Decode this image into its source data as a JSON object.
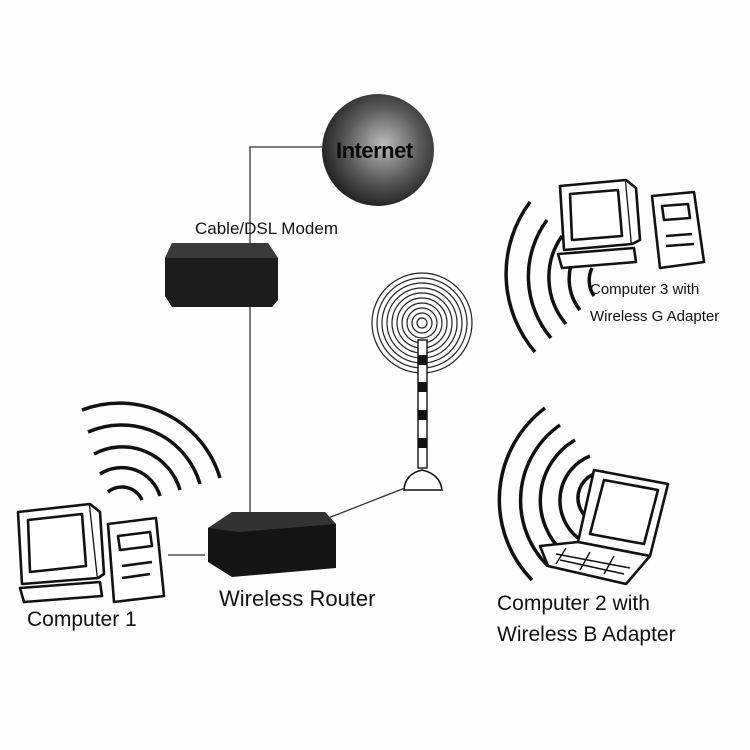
{
  "labels": {
    "internet": "Internet",
    "modem": "Cable/DSL Modem",
    "router": "Wireless Router",
    "computer1": "Computer 1",
    "computer2_line1": "Computer 2 with",
    "computer2_line2": "Wireless B Adapter",
    "computer3_line1": "Computer 3 with",
    "computer3_line2": "Wireless G Adapter"
  },
  "icons": {
    "internet": "globe-sphere",
    "modem": "modem-box",
    "router": "router-box",
    "antenna": "antenna-tower",
    "computer1": "desktop-computer",
    "computer2": "laptop-computer",
    "computer3": "desktop-computer"
  },
  "colors": {
    "ink": "#111111",
    "background": "#fdfdfd"
  }
}
